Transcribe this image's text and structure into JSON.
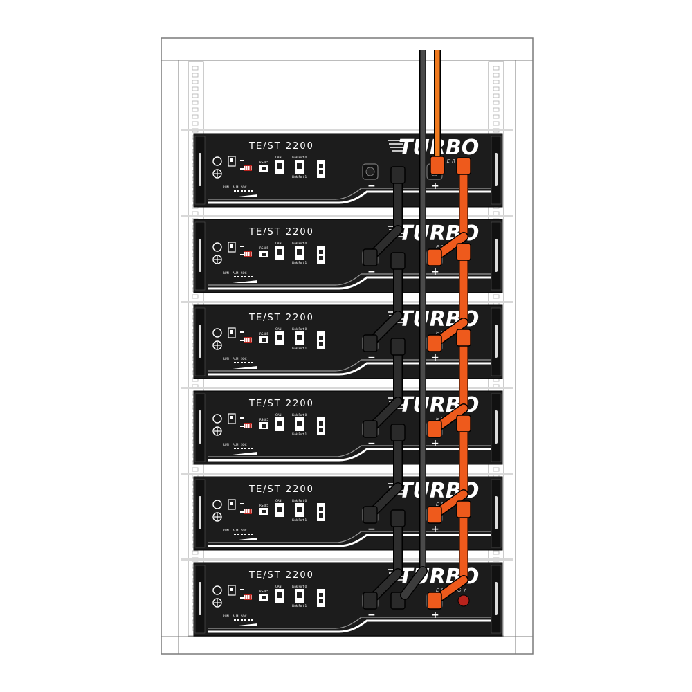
{
  "rack": {
    "module_count": 6,
    "module_model": "TE/ST 2200",
    "brand": {
      "name": "TURBO",
      "sub": "ENERGY"
    }
  },
  "labels": {
    "minus": "−",
    "plus": "+",
    "port_link0": "Link Port 0",
    "port_link1": "Link Port 1",
    "port_rs485": "RS485",
    "port_can": "CAN",
    "run": "RUN",
    "alm": "ALM",
    "soc": "SOC"
  },
  "colors": {
    "module_body": "#1c1c1c",
    "rack_frame": "#7a7a7a",
    "positive_cable": "#ee5a1c",
    "negative_cable": "#3a3a3a",
    "main_negative": "#4a4a4a",
    "main_positive": "#f07a1e",
    "terminal_cap": "#b8231c"
  }
}
